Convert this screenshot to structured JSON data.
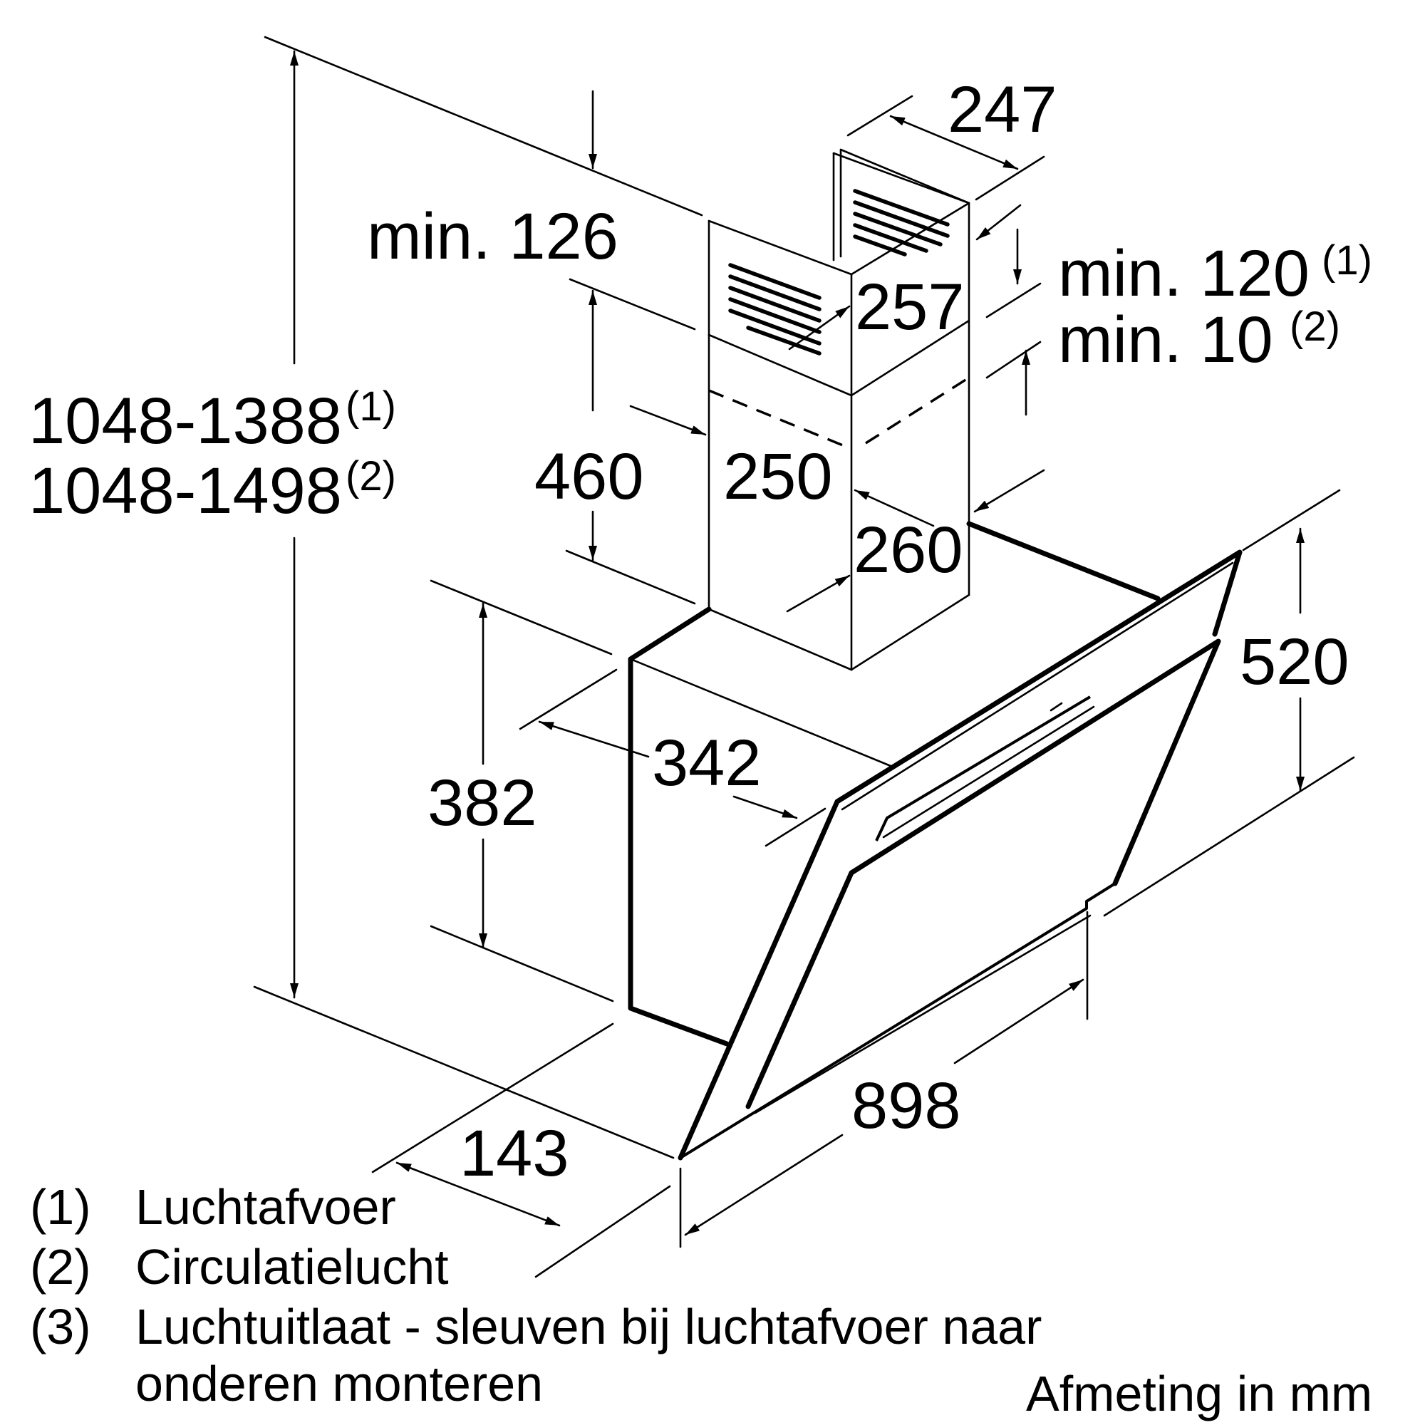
{
  "dimensions": {
    "d247": "247",
    "min126": "min. 126",
    "min120": "min. 120",
    "min120_ref": "(1)",
    "min10": "min. 10",
    "min10_ref": "(2)",
    "d257": "257",
    "height_1": "1048-1388",
    "height_1_ref": "(1)",
    "height_2": "1048-1498",
    "height_2_ref": "(2)",
    "d460": "460",
    "d250": "250",
    "d260": "260",
    "d520": "520",
    "d342": "342",
    "d382": "382",
    "d898": "898",
    "d143": "143"
  },
  "legend": [
    {
      "num": "(1)",
      "text": "Luchtafvoer"
    },
    {
      "num": "(2)",
      "text": "Circulatielucht"
    },
    {
      "num": "(3)",
      "text": "Luchtuitlaat - sleuven bij luchtafvoer naar"
    },
    {
      "num": "",
      "text": "onderen monteren"
    }
  ],
  "unit_note": "Afmeting in mm"
}
